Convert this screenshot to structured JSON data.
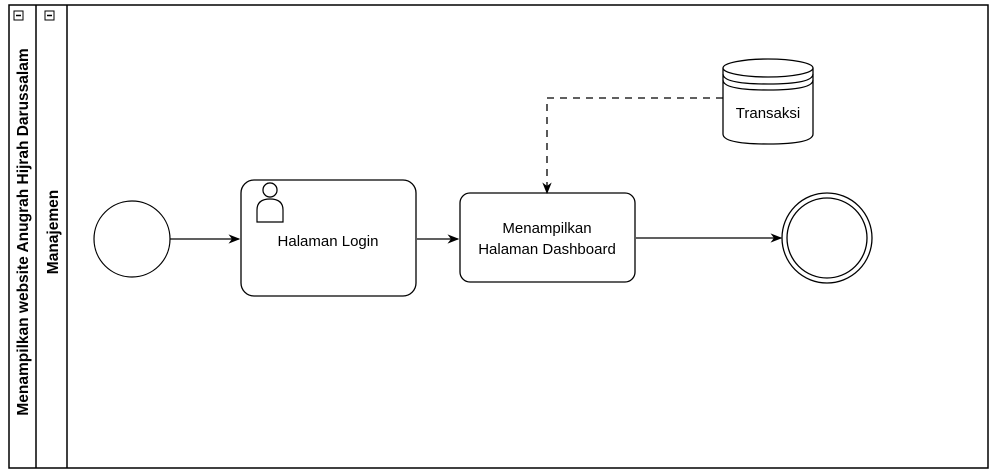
{
  "pool": {
    "label": "Menampilkan website Anugrah Hijrah Darussalam",
    "collapse_glyph": "minus-icon"
  },
  "lane": {
    "label": "Manajemen",
    "collapse_glyph": "minus-icon"
  },
  "tasks": {
    "login": {
      "label": "Halaman Login",
      "icon": "user-icon"
    },
    "dashboard": {
      "label_line1": "Menampilkan",
      "label_line2": "Halaman Dashboard"
    }
  },
  "data_store": {
    "label": "Transaksi"
  },
  "events": {
    "start": "start-event",
    "end": "end-event"
  }
}
